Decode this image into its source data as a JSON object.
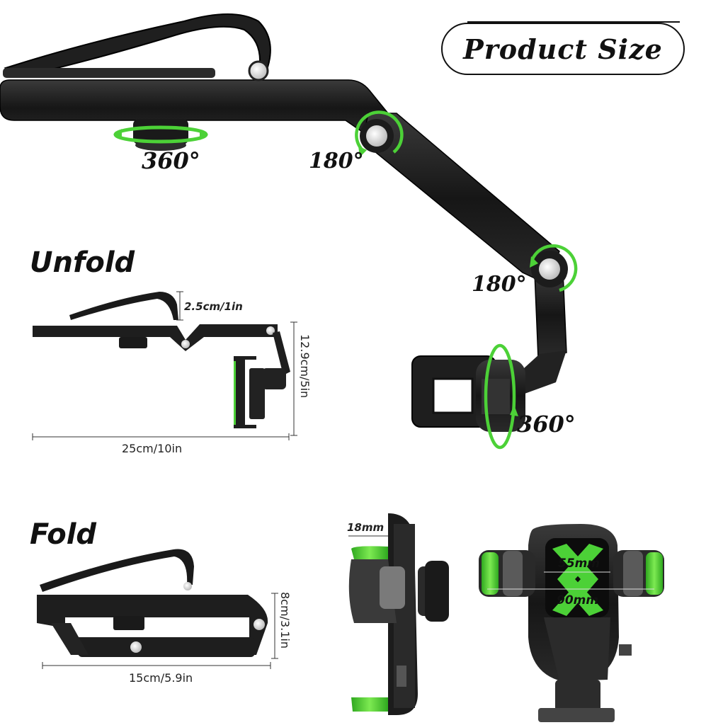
{
  "header": {
    "title": "Product Size"
  },
  "rotation_labels": {
    "top_clip": "360°",
    "upper_joint": "180°",
    "lower_joint": "180°",
    "ball_head": "360°"
  },
  "sections": {
    "unfold": {
      "title": "Unfold",
      "clip_height": "2.5cm/1in",
      "height": "12.9cm/5in",
      "length": "25cm/10in"
    },
    "fold": {
      "title": "Fold",
      "height": "8cm/3.1in",
      "length": "15cm/5.9in"
    }
  },
  "holder": {
    "depth": "18mm",
    "min_width": "55mm",
    "max_width": "90mm"
  },
  "colors": {
    "accent_green": "#4cd137",
    "product_black": "#1c1c1c",
    "text": "#111111"
  },
  "icons": [
    "rotate-arrow-icon",
    "hinge-joint-icon"
  ]
}
